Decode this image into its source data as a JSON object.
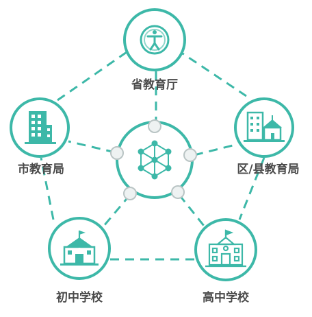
{
  "colors": {
    "teal": "#3db8a8",
    "teal_dark": "#2fa596",
    "teal_light": "#8fd6cb",
    "ring_fill": "#ffffff",
    "dot_fill": "#eef2f2",
    "dot_stroke": "#b9c4c4",
    "text": "#4a4a4a"
  },
  "nodes": [
    {
      "id": "provincial",
      "label": "省教育厅",
      "icon": "pedestrian-sign-icon"
    },
    {
      "id": "district",
      "label": "区/县教育局",
      "icon": "government-building-icon"
    },
    {
      "id": "highschool",
      "label": "高中学校",
      "icon": "high-school-building-icon"
    },
    {
      "id": "middleschool",
      "label": "初中学校",
      "icon": "middle-school-building-icon"
    },
    {
      "id": "city",
      "label": "市教育局",
      "icon": "office-tower-icon"
    }
  ],
  "center": {
    "icon": "network-hub-icon"
  }
}
